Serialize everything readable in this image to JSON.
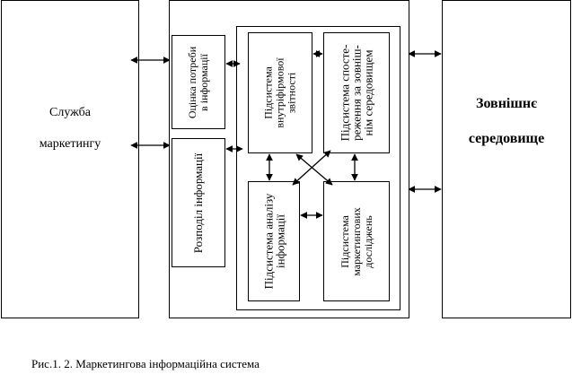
{
  "left_block": {
    "line1": "Служба",
    "line2": "маркетингу"
  },
  "right_block": {
    "line1": "Зовнішнє",
    "line2": "середовище"
  },
  "inner": {
    "needs": {
      "line1": "Оцінка потреби",
      "line2": "в інформації"
    },
    "distribution": {
      "line1": "Розподіл інформації"
    },
    "internal": {
      "line1": "Підсистема",
      "line2": "внутріфірмової",
      "line3": "звітності"
    },
    "monitoring": {
      "line1": "Підсистема спосте-",
      "line2": "реження за зовніш-",
      "line3": "нім середовищем"
    },
    "analysis": {
      "line1": "Підсистема аналізу",
      "line2": "інформації"
    },
    "research": {
      "line1": "Підсистема",
      "line2": "маркетингових",
      "line3": "досліджень"
    }
  },
  "caption": "Рис.1. 2. Маркетингова інформаційна система"
}
